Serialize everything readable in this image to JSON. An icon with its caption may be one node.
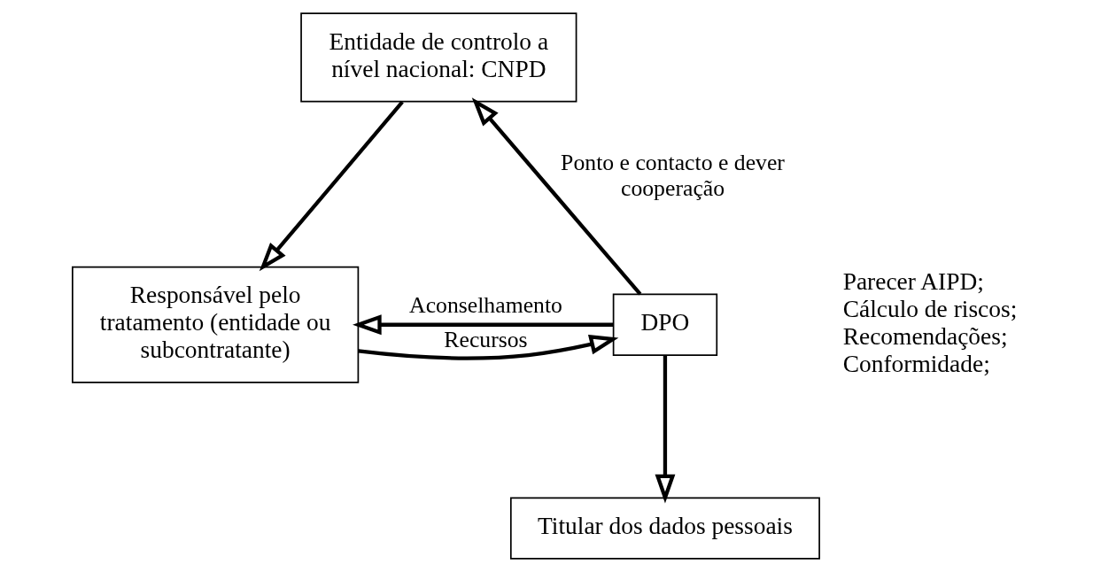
{
  "diagram": {
    "nodes": [
      {
        "text": [
          "Entidade de controlo a nível nacional: CNPD"
        ]
      },
      {
        "text": [
          "Responsável pelo tratamento (entidade ou subcontratante)"
        ]
      },
      {
        "text": [
          "DPO"
        ],
        "beside": [
          "Parecer AIPD;",
          "Cálculo de riscos;",
          "Recomendações;",
          "Conformidade;"
        ]
      },
      {
        "text": [
          "Titular dos dados pessoais"
        ]
      }
    ],
    "edges": [
      {
        "from": 0,
        "to": 1,
        "arrow": "to"
      },
      {
        "from": 2,
        "to": 0,
        "arrow": "to",
        "label": "Ponto e contacto e dever cooperação"
      },
      {
        "from": 2,
        "to": 1,
        "arrow": "to",
        "label": "Aconselhamento"
      },
      {
        "from": 1,
        "to": 2,
        "arrow": "to",
        "label": "Recursos"
      },
      {
        "from": 2,
        "to": 3,
        "arrow": "to"
      }
    ]
  }
}
